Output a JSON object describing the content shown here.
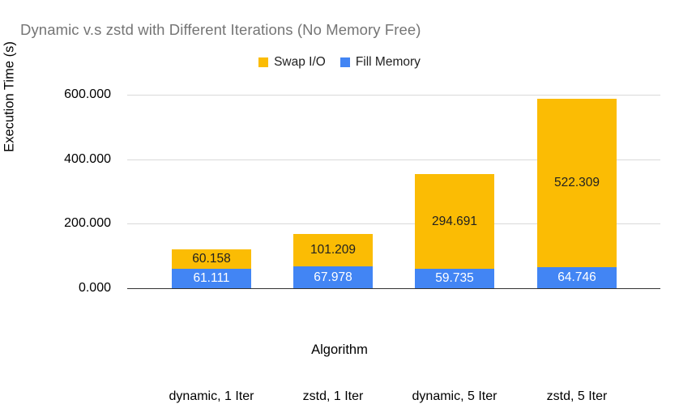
{
  "chart_data": {
    "type": "bar",
    "subtype": "stacked-vertical",
    "title": "Dynamic v.s zstd with Different Iterations (No Memory Free)",
    "xlabel": "Algorithm",
    "ylabel": "Execution Time (s)",
    "categories": [
      "dynamic, 1 Iter",
      "zstd, 1 Iter",
      "dynamic, 5 Iter",
      "zstd, 5 Iter"
    ],
    "series": [
      {
        "name": "Fill Memory",
        "color": "#4285F4",
        "values": [
          61.111,
          67.978,
          59.735,
          64.746
        ],
        "labels": [
          "61.111",
          "67.978",
          "59.735",
          "64.746"
        ],
        "label_color": "#FFFFFF"
      },
      {
        "name": "Swap I/O",
        "color": "#FBBC04",
        "values": [
          60.158,
          101.209,
          294.691,
          522.309
        ],
        "labels": [
          "60.158",
          "101.209",
          "294.691",
          "522.309"
        ],
        "label_color": "#212121"
      }
    ],
    "stack_order": [
      "Fill Memory",
      "Swap I/O"
    ],
    "totals": [
      121.269,
      169.187,
      354.426,
      587.055
    ],
    "ylim": [
      0,
      600
    ],
    "yticks": [
      0,
      200,
      400,
      600
    ],
    "ytick_labels": [
      "0.000",
      "200.000",
      "400.000",
      "600.000"
    ],
    "grid": true,
    "grid_axis": "y",
    "grid_color": "#D9D9D9",
    "legend_position": "top-center",
    "legend_entries": [
      {
        "label": "Swap I/O",
        "color": "#FBBC04",
        "swatch": "legend-swatch-swap-io"
      },
      {
        "label": "Fill Memory",
        "color": "#4285F4",
        "swatch": "legend-swatch-fill-memory"
      }
    ],
    "title_color": "#757575",
    "axis_text_color": "#000000",
    "background": "#FFFFFF"
  }
}
